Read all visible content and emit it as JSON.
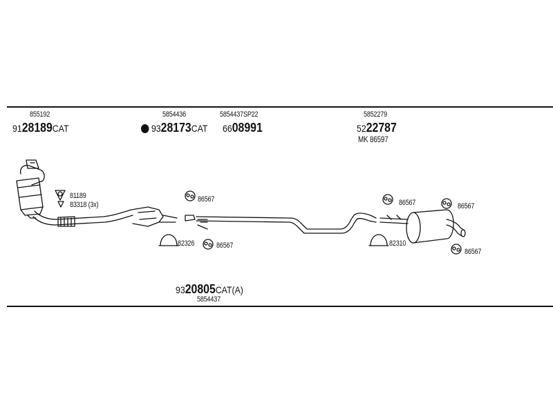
{
  "parts": {
    "p1": {
      "ref": "855192",
      "prefix": "91",
      "bold": "28189",
      "suffix": "CAT"
    },
    "p2": {
      "ref": "5854436",
      "prefix": "93",
      "bold": "28173",
      "suffix": "CAT"
    },
    "p3": {
      "ref": "5854437SP22",
      "prefix": "66",
      "bold": "08991",
      "suffix": ""
    },
    "p4": {
      "ref": "5852279",
      "prefix": "52",
      "bold": "22787",
      "suffix": "",
      "kit": "MK  86597"
    },
    "p5": {
      "prefix": "93",
      "bold": "20805",
      "suffix": "CAT(A)",
      "ref": "5854437"
    }
  },
  "callouts": {
    "gasket_a": "81189",
    "gasket_b": "83318 (3x)",
    "mount_1": "86567",
    "clamp_1": "82326",
    "mount_2": "86567",
    "mount_3": "86567",
    "clamp_2": "82310",
    "mount_4": "86567",
    "mount_5": "86567"
  }
}
